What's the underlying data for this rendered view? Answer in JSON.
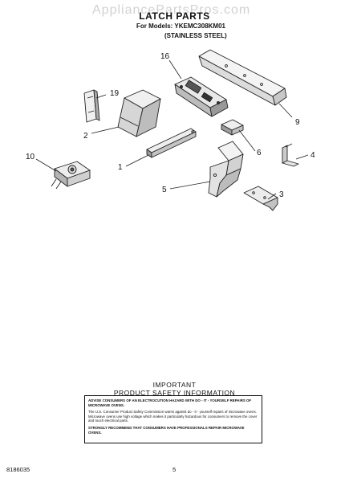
{
  "watermark": "AppliancePartsPros.com",
  "header": {
    "title": "LATCH PARTS",
    "models": "For Models: YKEMC308KM01",
    "variant": "(STAINLESS STEEL)"
  },
  "callouts": {
    "c16": "16",
    "c19": "19",
    "c2": "2",
    "c9": "9",
    "c6": "6",
    "c10": "10",
    "c1": "1",
    "c4": "4",
    "c5": "5",
    "c3": "3"
  },
  "safety": {
    "heading_line1": "IMPORTANT",
    "heading_line2": "PRODUCT SAFETY INFORMATION",
    "para1": "ADVISE CONSUMERS OF AN ELECTROCUTION HAZARD WITH DO - IT - YOURSELF REPAIRS OF MICROWAVE OVENS.",
    "para2": "The U.S. Consumer Product Safety Commission warns against do - it - yourself repairs of microwave ovens. Microwave ovens use high voltage which makes it particularly hazardous for consumers to remove the cover and touch electrical parts.",
    "para3": "STRONGLY RECOMMEND THAT CONSUMERS HAVE PROFESSIONALS REPAIR MICROWAVE OVENS."
  },
  "footer": {
    "code": "8186035",
    "page": "5"
  }
}
